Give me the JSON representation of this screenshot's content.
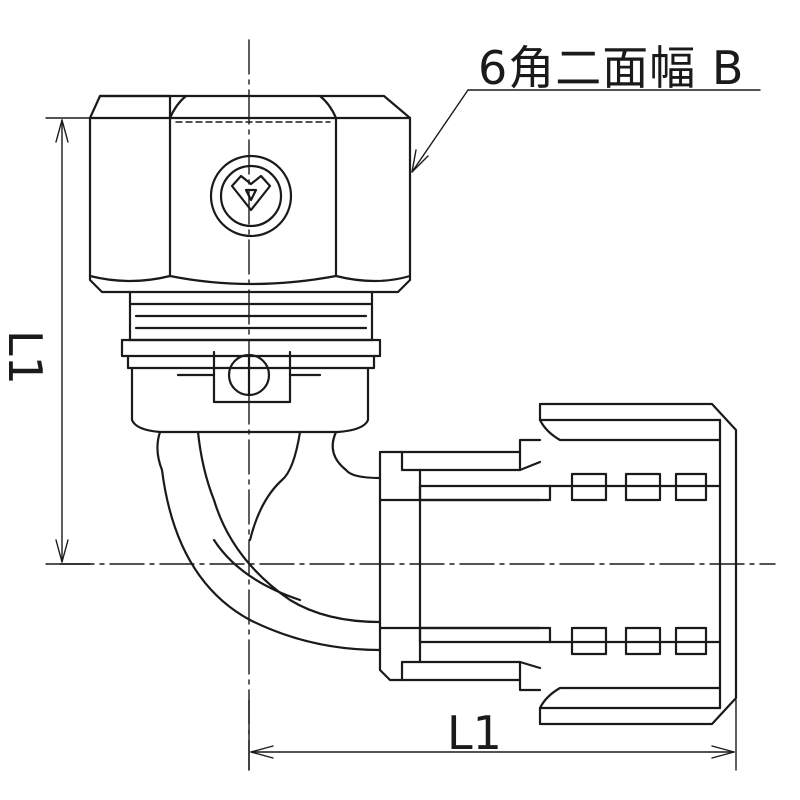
{
  "labels": {
    "hex_width": "6角二面幅 B",
    "l1_vertical": "L1",
    "l1_horizontal": "L1"
  },
  "colors": {
    "line": "#1a1a1a",
    "background": "#ffffff"
  },
  "icons": {
    "arrow_mark": "down-arrow-emblem-icon"
  }
}
